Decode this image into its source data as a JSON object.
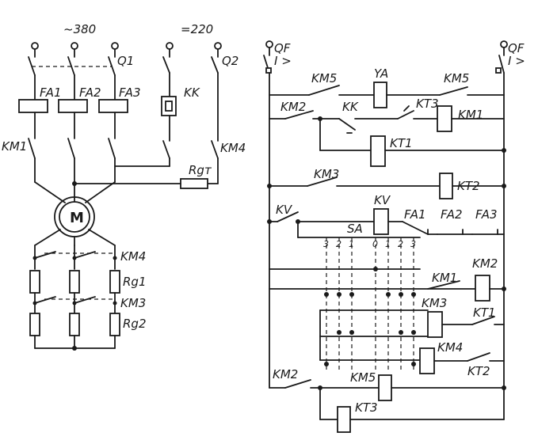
{
  "labels": {
    "supply_ac": "~380",
    "supply_dc": "=220",
    "q1": "Q1",
    "q2": "Q2",
    "fa1": "FA1",
    "fa2": "FA2",
    "fa3": "FA3",
    "kk": "KK",
    "km1": "KM1",
    "km4": "KM4",
    "rg_t": "Rgт",
    "motor": "M",
    "km4_r": "KM4",
    "rg1": "Rg1",
    "km3_r": "KM3",
    "rg2": "Rg2",
    "qf_left_a": "QF",
    "qf_left_b": "I >",
    "qf_right_a": "QF",
    "qf_right_b": "I >",
    "km5_a": "KM5",
    "ya": "YA",
    "km5_b": "KM5",
    "km2_a": "KM2",
    "kk_c": "KK",
    "kt3_c": "KT3",
    "km1_coil": "KM1",
    "kt1_coil": "KT1",
    "km3_c": "KM3",
    "kt2_coil": "KT2",
    "kv_c": "KV",
    "kv_coil": "KV",
    "fa1_c": "FA1",
    "fa2_c": "FA2",
    "fa3_c": "FA3",
    "sa": "SA",
    "sa_pos": [
      "3",
      "2",
      "1",
      "0",
      "1",
      "2",
      "3"
    ],
    "km1_coil_b": "KM1",
    "km2_coil": "KM2",
    "km3_coil": "KM3",
    "kt1_c": "KT1",
    "km4_coil": "KM4",
    "kt2_c": "KT2",
    "km2_b": "KM2",
    "km5_coil": "KM5",
    "kt3_coil": "KT3"
  }
}
